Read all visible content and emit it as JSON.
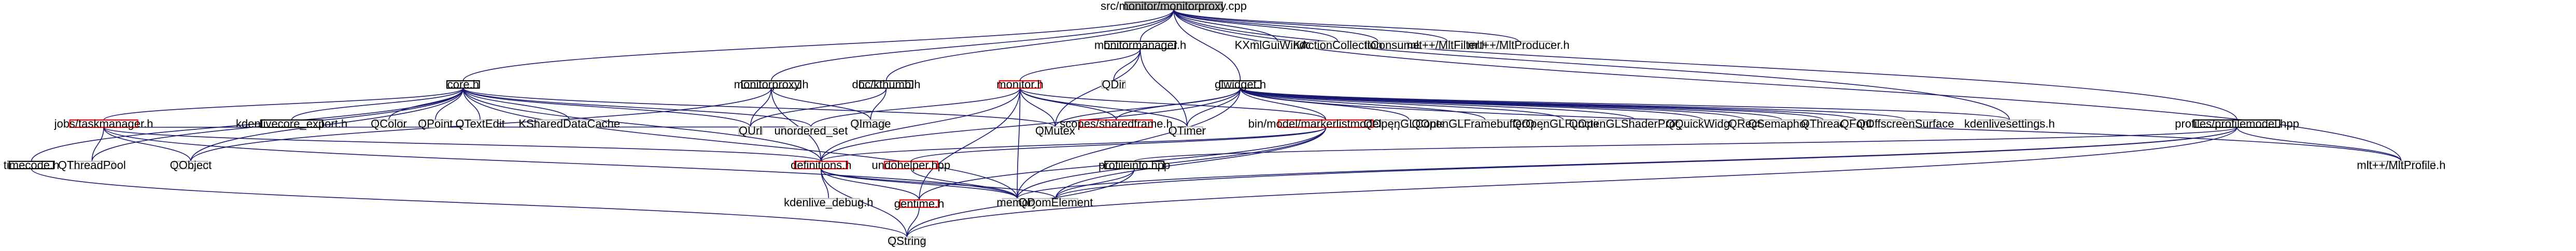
{
  "graph": {
    "nodes": [
      {
        "id": "root",
        "label": "src/monitor/monitorproxy.cpp",
        "kind": "root"
      },
      {
        "id": "monitormanager",
        "label": "monitormanager.h",
        "kind": "normal"
      },
      {
        "id": "mltconsumer",
        "label": "mlt++/MltConsumer.h",
        "kind": "gray"
      },
      {
        "id": "mltfilter",
        "label": "mlt++/MltFilter.h",
        "kind": "gray"
      },
      {
        "id": "mltproducer",
        "label": "mlt++/MltProducer.h",
        "kind": "gray"
      },
      {
        "id": "kxmlguiwindow",
        "label": "KXmlGuiWindow",
        "kind": "gray"
      },
      {
        "id": "kactioncollection",
        "label": "KActionCollection",
        "kind": "gray"
      },
      {
        "id": "corefile",
        "label": "core.h",
        "kind": "normal"
      },
      {
        "id": "doc",
        "label": "doc/kthumb.h",
        "kind": "normal"
      },
      {
        "id": "monitorproxy",
        "label": "monitorproxy.h",
        "kind": "normal"
      },
      {
        "id": "qdir",
        "label": "QDir",
        "kind": "gray"
      },
      {
        "id": "monitor",
        "label": "monitor.h",
        "kind": "red"
      },
      {
        "id": "glwidget",
        "label": "glwidget.h",
        "kind": "normal"
      },
      {
        "id": "jobs",
        "label": "jobs/taskmanager.h",
        "kind": "red"
      },
      {
        "id": "kdenlivecore",
        "label": "kdenlivecore_export.h",
        "kind": "normal"
      },
      {
        "id": "qcolor",
        "label": "QColor",
        "kind": "gray"
      },
      {
        "id": "qpoint",
        "label": "QPoint",
        "kind": "gray"
      },
      {
        "id": "qtextedit",
        "label": "QTextEdit",
        "kind": "gray"
      },
      {
        "id": "kshareddatacache",
        "label": "KSharedDataCache",
        "kind": "gray"
      },
      {
        "id": "qurl",
        "label": "QUrl",
        "kind": "gray"
      },
      {
        "id": "unorderedset",
        "label": "unordered_set",
        "kind": "gray"
      },
      {
        "id": "qimage",
        "label": "QImage",
        "kind": "gray"
      },
      {
        "id": "qmutex",
        "label": "QMutex",
        "kind": "gray"
      },
      {
        "id": "scopes",
        "label": "scopes/sharedframe.h",
        "kind": "red"
      },
      {
        "id": "qtimer",
        "label": "QTimer",
        "kind": "gray"
      },
      {
        "id": "bin",
        "label": "bin/model/markerlistmodel.hpp",
        "kind": "red"
      },
      {
        "id": "qopenglcontext",
        "label": "QOpenGLContext",
        "kind": "gray"
      },
      {
        "id": "qopenglfbo",
        "label": "QOpenGLFramebufferObject",
        "kind": "gray"
      },
      {
        "id": "qopenglfunctions",
        "label": "QOpenGLFunctions",
        "kind": "gray"
      },
      {
        "id": "qopenglshader",
        "label": "QOpenGLShaderProgram",
        "kind": "gray"
      },
      {
        "id": "qquickwidget",
        "label": "QQuickWidget",
        "kind": "gray"
      },
      {
        "id": "qrect",
        "label": "QRect",
        "kind": "gray"
      },
      {
        "id": "qsemaphore",
        "label": "QSemaphore",
        "kind": "gray"
      },
      {
        "id": "qthread",
        "label": "QThread",
        "kind": "gray"
      },
      {
        "id": "qfont",
        "label": "QFont",
        "kind": "gray"
      },
      {
        "id": "qoffscreen",
        "label": "QOffscreenSurface",
        "kind": "gray"
      },
      {
        "id": "kdenlivesettings",
        "label": "kdenlivesettings.h",
        "kind": "gray"
      },
      {
        "id": "profilemodel",
        "label": "profiles/profilemodel.hpp",
        "kind": "normal"
      },
      {
        "id": "timecode",
        "label": "timecode.h",
        "kind": "normal"
      },
      {
        "id": "qthreadpool",
        "label": "QThreadPool",
        "kind": "gray"
      },
      {
        "id": "qobject",
        "label": "QObject",
        "kind": "gray"
      },
      {
        "id": "definitions",
        "label": "definitions.h",
        "kind": "red"
      },
      {
        "id": "undohelper",
        "label": "undohelper.hpp",
        "kind": "red"
      },
      {
        "id": "profileinfo",
        "label": "profileinfo.hpp",
        "kind": "normal"
      },
      {
        "id": "mltprofile",
        "label": "mlt++/MltProfile.h",
        "kind": "gray"
      },
      {
        "id": "kdenlivedebug",
        "label": "kdenlive_debug.h",
        "kind": "gray"
      },
      {
        "id": "gentime",
        "label": "gentime.h",
        "kind": "red"
      },
      {
        "id": "memory",
        "label": "memory",
        "kind": "gray"
      },
      {
        "id": "qdomelement",
        "label": "QDomElement",
        "kind": "gray"
      },
      {
        "id": "qstring",
        "label": "QString",
        "kind": "gray"
      }
    ],
    "edges": [
      [
        "root",
        "monitormanager"
      ],
      [
        "root",
        "mltconsumer"
      ],
      [
        "root",
        "mltfilter"
      ],
      [
        "root",
        "mltproducer"
      ],
      [
        "root",
        "kxmlguiwindow"
      ],
      [
        "root",
        "kactioncollection"
      ],
      [
        "root",
        "corefile"
      ],
      [
        "root",
        "doc"
      ],
      [
        "root",
        "monitorproxy"
      ],
      [
        "root",
        "glwidget"
      ],
      [
        "root",
        "profilemodel"
      ],
      [
        "root",
        "kdenlivesettings"
      ],
      [
        "root",
        "mltprofile"
      ],
      [
        "monitormanager",
        "qdir"
      ],
      [
        "monitormanager",
        "monitor"
      ],
      [
        "monitormanager",
        "qtimer"
      ],
      [
        "monitormanager",
        "qmutex"
      ],
      [
        "corefile",
        "jobs"
      ],
      [
        "corefile",
        "kdenlivecore"
      ],
      [
        "corefile",
        "qcolor"
      ],
      [
        "corefile",
        "qpoint"
      ],
      [
        "corefile",
        "qtextedit"
      ],
      [
        "corefile",
        "kshareddatacache"
      ],
      [
        "corefile",
        "qurl"
      ],
      [
        "corefile",
        "unorderedset"
      ],
      [
        "corefile",
        "timecode"
      ],
      [
        "corefile",
        "qthreadpool"
      ],
      [
        "corefile",
        "qobject"
      ],
      [
        "corefile",
        "definitions"
      ],
      [
        "corefile",
        "memory"
      ],
      [
        "corefile",
        "qmutex"
      ],
      [
        "doc",
        "qurl"
      ],
      [
        "doc",
        "qimage"
      ],
      [
        "monitorproxy",
        "qurl"
      ],
      [
        "monitorproxy",
        "qimage"
      ],
      [
        "monitorproxy",
        "qobject"
      ],
      [
        "monitorproxy",
        "definitions"
      ],
      [
        "monitor",
        "scopes"
      ],
      [
        "monitor",
        "qtimer"
      ],
      [
        "monitor",
        "bin"
      ],
      [
        "monitor",
        "qmutex"
      ],
      [
        "monitor",
        "definitions"
      ],
      [
        "monitor",
        "memory"
      ],
      [
        "monitor",
        "gentime"
      ],
      [
        "monitor",
        "unorderedset"
      ],
      [
        "glwidget",
        "qopenglcontext"
      ],
      [
        "glwidget",
        "qopenglfbo"
      ],
      [
        "glwidget",
        "qopenglfunctions"
      ],
      [
        "glwidget",
        "qopenglshader"
      ],
      [
        "glwidget",
        "qquickwidget"
      ],
      [
        "glwidget",
        "qrect"
      ],
      [
        "glwidget",
        "qsemaphore"
      ],
      [
        "glwidget",
        "qthread"
      ],
      [
        "glwidget",
        "qfont"
      ],
      [
        "glwidget",
        "qoffscreen"
      ],
      [
        "glwidget",
        "kdenlivesettings"
      ],
      [
        "glwidget",
        "mltprofile"
      ],
      [
        "glwidget",
        "scopes"
      ],
      [
        "glwidget",
        "qtimer"
      ],
      [
        "glwidget",
        "qmutex"
      ],
      [
        "glwidget",
        "bin"
      ],
      [
        "glwidget",
        "definitions"
      ],
      [
        "glwidget",
        "memory"
      ],
      [
        "jobs",
        "qthreadpool"
      ],
      [
        "jobs",
        "qobject"
      ],
      [
        "jobs",
        "definitions"
      ],
      [
        "jobs",
        "memory"
      ],
      [
        "jobs",
        "unorderedset"
      ],
      [
        "timecode",
        "qstring"
      ],
      [
        "bin",
        "definitions"
      ],
      [
        "bin",
        "undohelper"
      ],
      [
        "bin",
        "gentime"
      ],
      [
        "bin",
        "memory"
      ],
      [
        "bin",
        "qdomelement"
      ],
      [
        "profilemodel",
        "profileinfo"
      ],
      [
        "profilemodel",
        "mltprofile"
      ],
      [
        "profilemodel",
        "memory"
      ],
      [
        "profilemodel",
        "qstring"
      ],
      [
        "profilemodel",
        "qdomelement"
      ],
      [
        "definitions",
        "kdenlivedebug"
      ],
      [
        "definitions",
        "gentime"
      ],
      [
        "definitions",
        "memory"
      ],
      [
        "definitions",
        "qdomelement"
      ],
      [
        "definitions",
        "qstring"
      ],
      [
        "undohelper",
        "memory"
      ],
      [
        "gentime",
        "qstring"
      ],
      [
        "profileinfo",
        "qdomelement"
      ],
      [
        "profileinfo",
        "qstring"
      ]
    ]
  }
}
